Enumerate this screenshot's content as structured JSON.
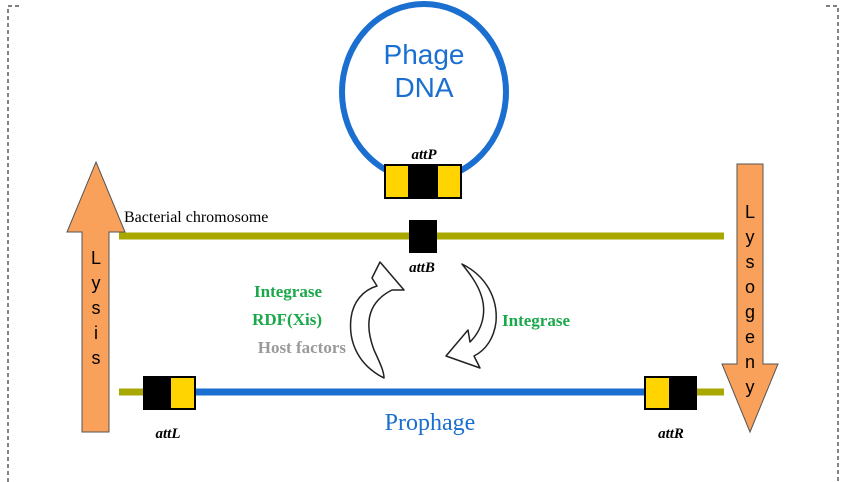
{
  "labels": {
    "phage_line1": "Phage",
    "phage_line2": "DNA",
    "attP": "attP",
    "attB": "attB",
    "attL": "attL",
    "attR": "attR",
    "bacterial_chromosome": "Bacterial chromosome",
    "prophage": "Prophage",
    "integrase_left": "Integrase",
    "rdf_xis": "RDF(Xis)",
    "host_factors": "Host factors",
    "integrase_right": "Integrase",
    "lysis": [
      "L",
      "y",
      "s",
      "i",
      "s"
    ],
    "lysogeny": [
      "L",
      "y",
      "s",
      "o",
      "g",
      "e",
      "n",
      "y"
    ]
  },
  "colors": {
    "phage_blue": "#1a6fd0",
    "chromosome_olive": "#a8a800",
    "att_yellow": "#ffd400",
    "att_black": "#000000",
    "arrow_orange": "#f9a15a",
    "green_text": "#1aa84a",
    "gray_text": "#9a9a9a"
  }
}
